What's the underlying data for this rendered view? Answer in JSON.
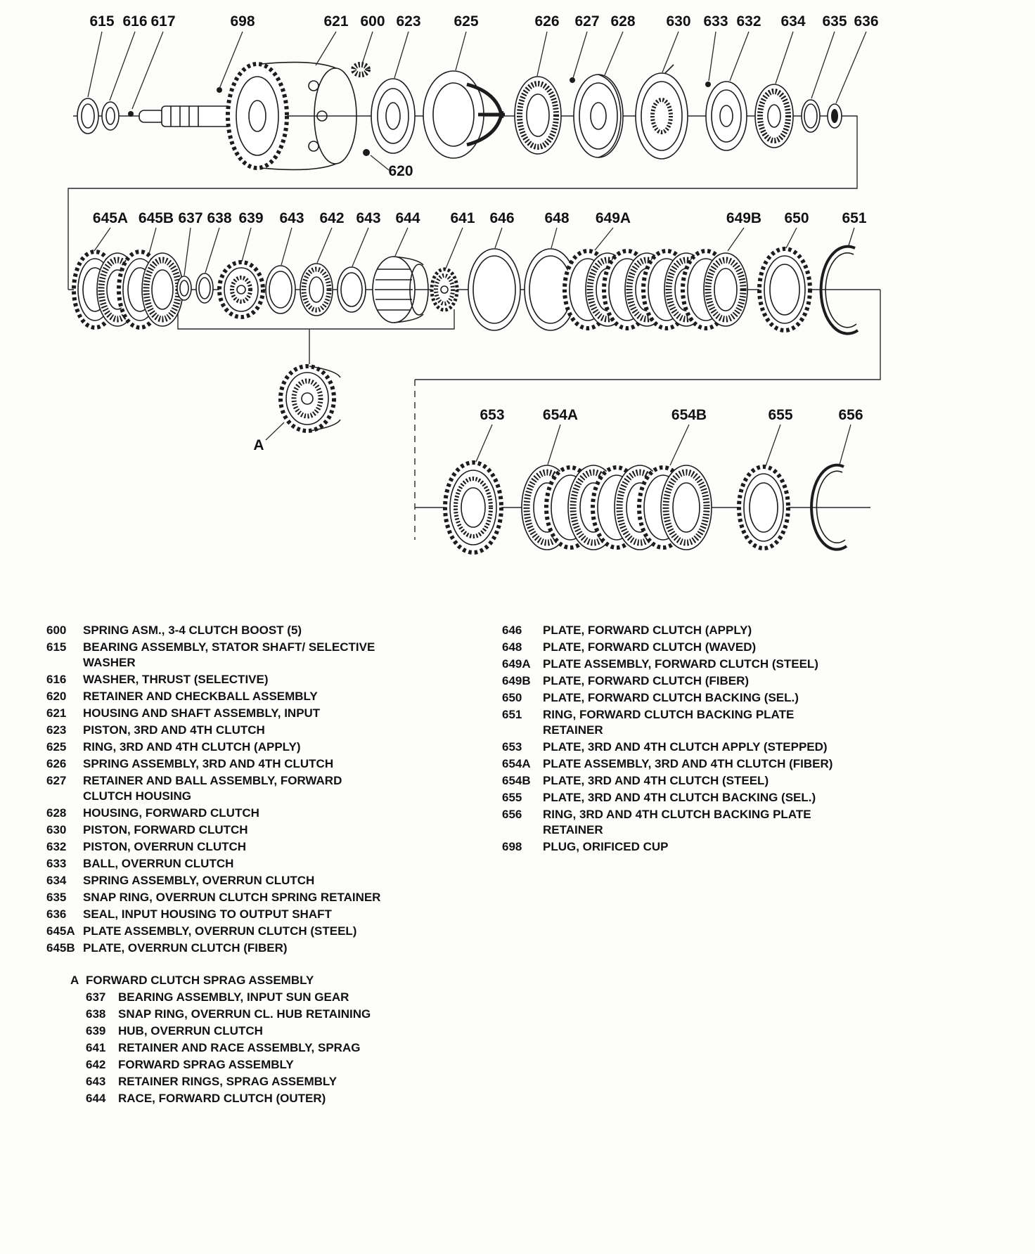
{
  "diagram": {
    "row1_callouts": [
      "615",
      "616",
      "617",
      "698",
      "621",
      "600",
      "623",
      "625",
      "626",
      "627",
      "628",
      "630",
      "633",
      "632",
      "634",
      "635",
      "636"
    ],
    "row1_below": "620",
    "row2_callouts": [
      "645A",
      "645B",
      "637",
      "638",
      "639",
      "643",
      "642",
      "643",
      "644",
      "641",
      "646",
      "648",
      "649A",
      "649B",
      "650",
      "651"
    ],
    "row2_below": "A",
    "row3_callouts": [
      "653",
      "654A",
      "654B",
      "655",
      "656"
    ]
  },
  "legend": {
    "left": [
      {
        "num": "600",
        "desc": "SPRING ASM., 3-4 CLUTCH BOOST (5)"
      },
      {
        "num": "615",
        "desc": "BEARING ASSEMBLY, STATOR SHAFT/ SELECTIVE WASHER"
      },
      {
        "num": "616",
        "desc": "WASHER, THRUST (SELECTIVE)"
      },
      {
        "num": "620",
        "desc": "RETAINER AND CHECKBALL ASSEMBLY"
      },
      {
        "num": "621",
        "desc": "HOUSING AND SHAFT ASSEMBLY, INPUT"
      },
      {
        "num": "623",
        "desc": "PISTON, 3RD AND 4TH CLUTCH"
      },
      {
        "num": "625",
        "desc": "RING, 3RD AND 4TH CLUTCH (APPLY)"
      },
      {
        "num": "626",
        "desc": "SPRING ASSEMBLY, 3RD AND 4TH CLUTCH"
      },
      {
        "num": "627",
        "desc": "RETAINER AND BALL ASSEMBLY, FORWARD CLUTCH HOUSING"
      },
      {
        "num": "628",
        "desc": "HOUSING, FORWARD CLUTCH"
      },
      {
        "num": "630",
        "desc": "PISTON, FORWARD CLUTCH"
      },
      {
        "num": "632",
        "desc": "PISTON, OVERRUN CLUTCH"
      },
      {
        "num": "633",
        "desc": "BALL, OVERRUN CLUTCH"
      },
      {
        "num": "634",
        "desc": "SPRING ASSEMBLY, OVERRUN CLUTCH"
      },
      {
        "num": "635",
        "desc": "SNAP RING, OVERRUN CLUTCH SPRING RETAINER"
      },
      {
        "num": "636",
        "desc": "SEAL, INPUT HOUSING TO OUTPUT SHAFT"
      },
      {
        "num": "645A",
        "desc": "PLATE ASSEMBLY, OVERRUN CLUTCH (STEEL)"
      },
      {
        "num": "645B",
        "desc": "PLATE, OVERRUN CLUTCH (FIBER)"
      }
    ],
    "sub_assembly": {
      "num": "A",
      "desc": "FORWARD CLUTCH SPRAG ASSEMBLY",
      "items": [
        {
          "num": "637",
          "desc": "BEARING ASSEMBLY, INPUT SUN GEAR"
        },
        {
          "num": "638",
          "desc": "SNAP RING, OVERRUN CL. HUB RETAINING"
        },
        {
          "num": "639",
          "desc": "HUB, OVERRUN CLUTCH"
        },
        {
          "num": "641",
          "desc": "RETAINER AND RACE ASSEMBLY, SPRAG"
        },
        {
          "num": "642",
          "desc": "FORWARD SPRAG ASSEMBLY"
        },
        {
          "num": "643",
          "desc": "RETAINER RINGS, SPRAG ASSEMBLY"
        },
        {
          "num": "644",
          "desc": "RACE, FORWARD CLUTCH (OUTER)"
        }
      ]
    },
    "right": [
      {
        "num": "646",
        "desc": "PLATE, FORWARD CLUTCH (APPLY)"
      },
      {
        "num": "648",
        "desc": "PLATE, FORWARD CLUTCH (WAVED)"
      },
      {
        "num": "649A",
        "desc": "PLATE ASSEMBLY, FORWARD CLUTCH (STEEL)"
      },
      {
        "num": "649B",
        "desc": "PLATE, FORWARD CLUTCH (FIBER)"
      },
      {
        "num": "650",
        "desc": "PLATE, FORWARD CLUTCH BACKING (SEL.)"
      },
      {
        "num": "651",
        "desc": "RING, FORWARD CLUTCH BACKING PLATE RETAINER"
      },
      {
        "num": "653",
        "desc": "PLATE, 3RD AND 4TH CLUTCH APPLY (STEPPED)"
      },
      {
        "num": "654A",
        "desc": "PLATE ASSEMBLY, 3RD AND 4TH CLUTCH (FIBER)"
      },
      {
        "num": "654B",
        "desc": "PLATE, 3RD AND 4TH CLUTCH (STEEL)"
      },
      {
        "num": "655",
        "desc": "PLATE, 3RD AND 4TH CLUTCH BACKING (SEL.)"
      },
      {
        "num": "656",
        "desc": "RING, 3RD AND 4TH CLUTCH BACKING PLATE RETAINER"
      },
      {
        "num": "698",
        "desc": "PLUG, ORIFICED CUP"
      }
    ]
  }
}
